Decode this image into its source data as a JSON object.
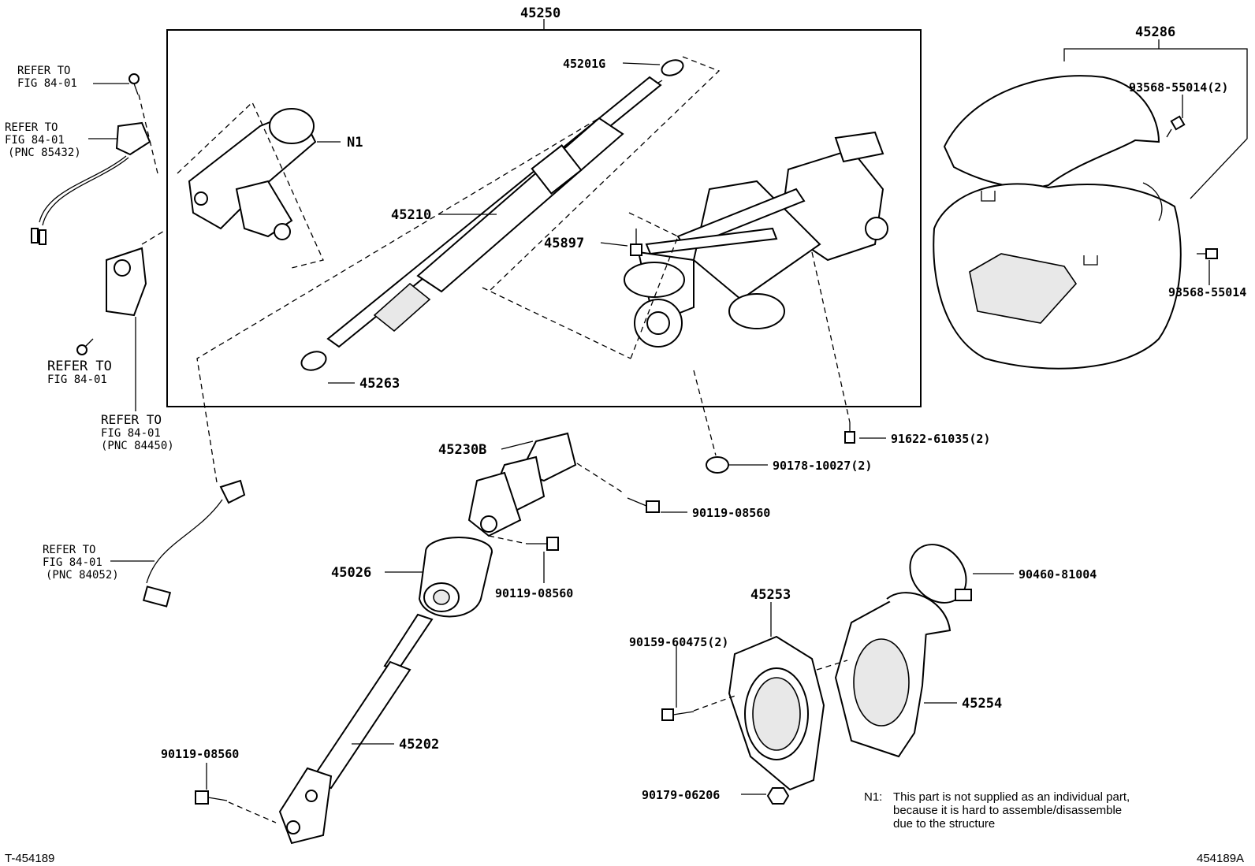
{
  "labels": {
    "p45250": "45250",
    "p45286": "45286",
    "p45201G": "45201G",
    "p45210": "45210",
    "p45897": "45897",
    "p45263": "45263",
    "n1": "N1",
    "p45230B": "45230B",
    "p45026": "45026",
    "p45202": "45202",
    "p45253": "45253",
    "p45254": "45254",
    "p93568a": "93568-55014(2)",
    "p93568b": "93568-55014",
    "p91622": "91622-61035(2)",
    "p90178": "90178-10027(2)",
    "p90119a": "90119-08560",
    "p90119b": "90119-08560",
    "p90119c": "90119-08560",
    "p90460": "90460-81004",
    "p90159": "90159-60475(2)",
    "p90179": "90179-06206"
  },
  "refs": {
    "r1_line1": "REFER TO",
    "r1_line2": "FIG 84-01",
    "r2_line1": "REFER TO",
    "r2_line2": "FIG 84-01",
    "r2_line3": "(PNC 85432)",
    "r3_line1": "REFER TO",
    "r3_line2": "FIG 84-01",
    "r4_line1": "REFER TO",
    "r4_line2": "FIG 84-01",
    "r4_line3": "(PNC 84450)",
    "r5_line1": "REFER TO",
    "r5_line2": "FIG 84-01",
    "r5_line3": "(PNC 84052)"
  },
  "note": {
    "prefix": "N1:",
    "line1": "This part is not supplied as an individual part,",
    "line2": "because it is hard to assemble/disassemble",
    "line3": "due to the structure"
  },
  "corners": {
    "bottom_left": "T-454189",
    "bottom_right": "454189A"
  }
}
